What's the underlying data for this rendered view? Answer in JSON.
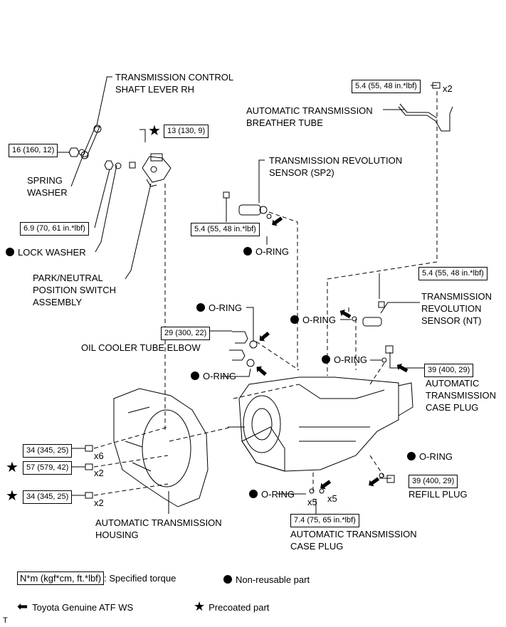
{
  "labels": {
    "control_shaft_lever": [
      "TRANSMISSION CONTROL",
      "SHAFT LEVER RH"
    ],
    "breather_tube": [
      "AUTOMATIC TRANSMISSION",
      "BREATHER TUBE"
    ],
    "sp2_sensor": [
      "TRANSMISSION REVOLUTION",
      "SENSOR (SP2)"
    ],
    "spring_washer": [
      "SPRING",
      "WASHER"
    ],
    "lock_washer": "LOCK WASHER",
    "park_neutral_switch": [
      "PARK/NEUTRAL",
      "POSITION SWITCH",
      "ASSEMBLY"
    ],
    "o_ring": "O-RING",
    "nt_sensor": [
      "TRANSMISSION",
      "REVOLUTION",
      "SENSOR (NT)"
    ],
    "oil_cooler_elbow": "OIL COOLER TUBE ELBOW",
    "case_plug_right": [
      "AUTOMATIC",
      "TRANSMISSION",
      "CASE PLUG"
    ],
    "refill_plug": "REFILL PLUG",
    "housing": [
      "AUTOMATIC TRANSMISSION",
      "HOUSING"
    ],
    "case_plug_bottom": [
      "AUTOMATIC TRANSMISSION",
      "CASE PLUG"
    ]
  },
  "torques": {
    "breather_bolt": "5.4 (55, 48 in.*lbf)",
    "switch_bolt": "13 (130, 9)",
    "lever_nut": "16 (160, 12)",
    "switch_nut": "6.9 (70, 61 in.*lbf)",
    "sp2_bolt": "5.4 (55, 48 in.*lbf)",
    "nt_bolt": "5.4 (55, 48 in.*lbf)",
    "oil_cooler": "29 (300, 22)",
    "case_plug_right": "39 (400, 29)",
    "housing_bolt_1": "34 (345, 25)",
    "housing_bolt_2": "57 (579, 42)",
    "housing_bolt_3": "34 (345, 25)",
    "refill_plug": "39 (400, 29)",
    "case_plug_bottom": "7.4 (75, 65 in.*lbf)"
  },
  "quantities": {
    "breather_bolt": "x2",
    "housing_bolt_1": "x6",
    "housing_bolt_2": "x2",
    "housing_bolt_3": "x2",
    "case_plug_o_ring": "x5",
    "case_plug_bottom": "x5"
  },
  "legend": {
    "torque_key": "N*m (kgf*cm, ft.*lbf)",
    "torque_desc": ": Specified torque",
    "non_reusable": "Non-reusable part",
    "atf": "Toyota Genuine ATF WS",
    "precoated": "Precoated part"
  },
  "corner_mark": "T",
  "symbols": {
    "star": "★",
    "arrow": "⬅",
    "dot": "●"
  }
}
